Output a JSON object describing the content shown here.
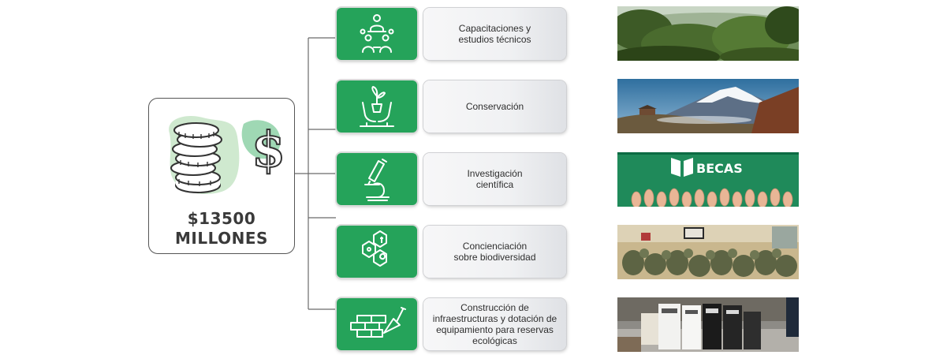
{
  "total": {
    "amount": "$13500\nMILLONES"
  },
  "colors": {
    "green": "#25a35a",
    "line": "#6a6a6a"
  },
  "items": [
    {
      "icon": "people-network-icon",
      "label": "Capacitaciones y\nestudios técnicos",
      "photo": "forest-canopy-photo"
    },
    {
      "icon": "hands-with-plant-icon",
      "label": "Conservación",
      "photo": "snowcapped-volcano-photo"
    },
    {
      "icon": "microscope-icon",
      "label": "Investigación\ncientífica",
      "photo": "becas-banner-photo",
      "photo_text": "BECAS"
    },
    {
      "icon": "hexagon-nature-icon",
      "label": "Concienciación\nsobre biodiversidad",
      "photo": "classroom-audience-photo"
    },
    {
      "icon": "brick-trowel-icon",
      "label": "Construcción de\ninfraestructuras y dotación de\nequipamiento para reservas\necológicas",
      "photo": "equipment-boxes-photo"
    }
  ]
}
